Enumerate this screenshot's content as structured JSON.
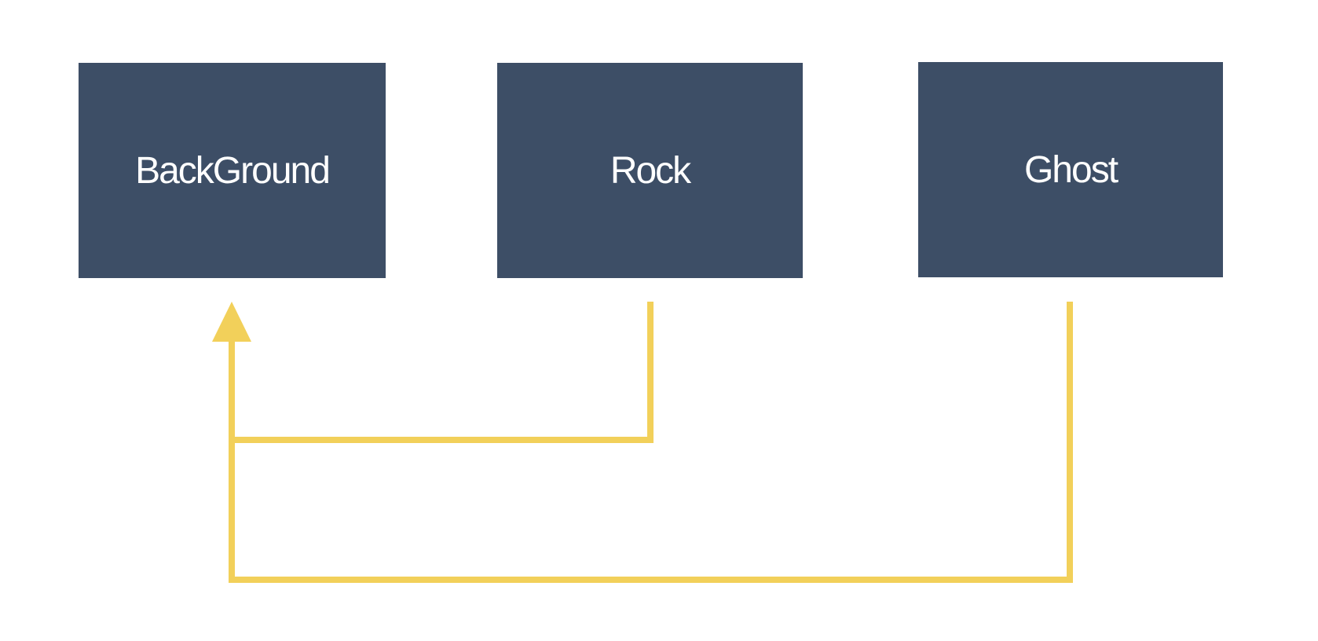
{
  "colors": {
    "node_fill": "#3d4e66",
    "node_text": "#ffffff",
    "connector": "#f2d05a",
    "background": "#ffffff"
  },
  "nodes": [
    {
      "id": "background",
      "label": "BackGround"
    },
    {
      "id": "rock",
      "label": "Rock"
    },
    {
      "id": "ghost",
      "label": "Ghost"
    }
  ],
  "edges": [
    {
      "from": "rock",
      "to": "background"
    },
    {
      "from": "ghost",
      "to": "background"
    }
  ]
}
